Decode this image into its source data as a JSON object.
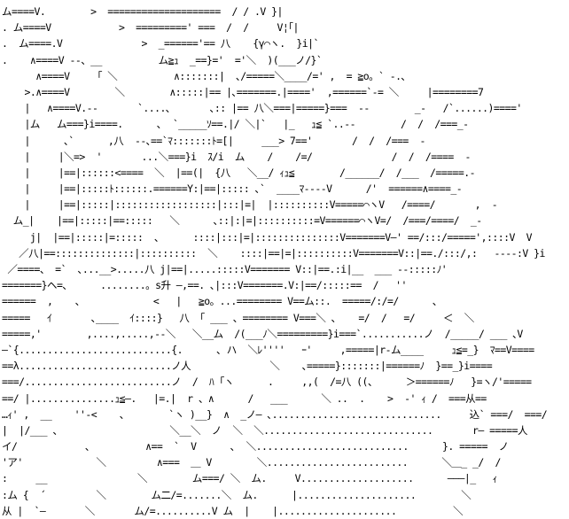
{
  "art": {
    "lines": [
      "ム====V.        >  ====================  / / .V }|",
      ". ム====V            >  =========' ===  /  /     V¦｢|",
      ".  ム====.V              >  _======'== 八    {γ⌒ヽ.  }i|`",
      ".    ∧====V --、__          ム≧ｭ  _==}='  ='＼  )(___ノ/}`",
      "      ∧====V    「 ＼          ∧:::::::|  ､/=====＼____/=' ,  = ≧o。` -.､",
      "    >.∧====V        ＼        ∧:::::|== |､=======.|===='  ,======`-= ＼     |========7",
      "    |   ∧====V.--       `....､       ､:: |== 八＼===|=====}===  --        _-   /`......)===='",
      "    |ム   ム===}i====.      ､  `_____ｿ==.|/ ＼|`   |_   ｭ≦ `..--        /  /  /===_-",
      "    |      ､`      ,八  --､==`ﾏ:::::::ﾄ=[|     ___> 7=='       /  /  /===  -",
      "    |     |＼=>  '       ...＼===}i  ｽ/i  ム    /    /=/              /  /  /====  -",
      "    |     |==|::::::<====  ＼  |==(|  {八   ＼__/ ｨｭ≦        /______/  /___  /=====.-",
      "    |     |==|:::::ﾄ::::::.======Y:|==|::::: ､`  ____ﾏ----V      /'  ======∧====_-",
      "    |     |==|:::::|::::::::::::::::::|:::|=|  |::::::::::V=====⌒ヽV   /====/       ,  -",
      "  ム_|    |==|:::::|==:::::   ＼      ､::|:|=|::::::::::=V======⌒ヽV=/  /===/====/  _-",
      "     j|  |==|:::::|=:::::  ､      ::::|:::|=|:::::::::::::::V=======V―' ==/:::/=====',::::V  V",
      "   ／八|==::::::::::::::|::::::::::  ＼    ::::|==|=|::::::::::V=======V::|==./:::/,:   ----:V }i",
      " ／====、 =`  ､...__>.....八 j|==|.....:::::V======= V::|==.:i|__  ___ --:::::ﾉ'",
      "=======}ヘ=、     ........。s升 ―,==. ､|:::V=======.V:|==/:::::==  /   ''",
      "======  ,    ､             <   |   ≧o。...======== V==ム::.  =====/:/=/      ､",
      "=====   ｲ       ､____  ｲ::::}   八 「 ___ 、======== V===＼ ､    =/  /   =/     ＜  ＼",
      "=====,'        ,....,.....,--＼   ＼__ム  /(___ﾉ＼=========}i===`...........ノ  /_____/ ___ ､V",
      "―`{...........................{.      ､ ハ  ＼ﾚ''''   ｰ'     ,=====|r-ム____     ｭ≦=_}  ﾏ==V====",
      "==λ...........................ノ人              ＼    ､=====}:::::::|======ﾉ  }==_}i====",
      "===/..........................ノ  /  ﾊ ｢ヽ      .     ,,(  /=八 ((、     ＞======ﾉ   }=ヽ/'=====",
      "==/ |...............ｭ≦―.   |=.|  r 、∧      /   ___      ＼ ..  .    >  -' ｨ /  ===从==",
      "…ｨ' ,  __    ''-<    、       `ヽ )__}  ∧  _ノ― ､..............................     込` ===/  ===/",
      "|  |/___ 、                   ＼__＼  ノ  ＼  ＼..............................       r― =====人",
      "イ/            、         ∧==  `  V      ､  ＼...........................      }. =====  ノ",
      "'ア'             ＼         ∧===  ＿ V        ＼.........................      ＼＿_ _/  /",
      ":     __                ＼        ム===/ ＼  ム.     V....................      ―――|_   ｨ",
      ":ム {  ´         ＼        ム二/=.......＼  ム.      |.....................        ＼",
      "从 |  `―       ＼       ム/=..........V ム  |    |.....................          ＼"
    ]
  }
}
